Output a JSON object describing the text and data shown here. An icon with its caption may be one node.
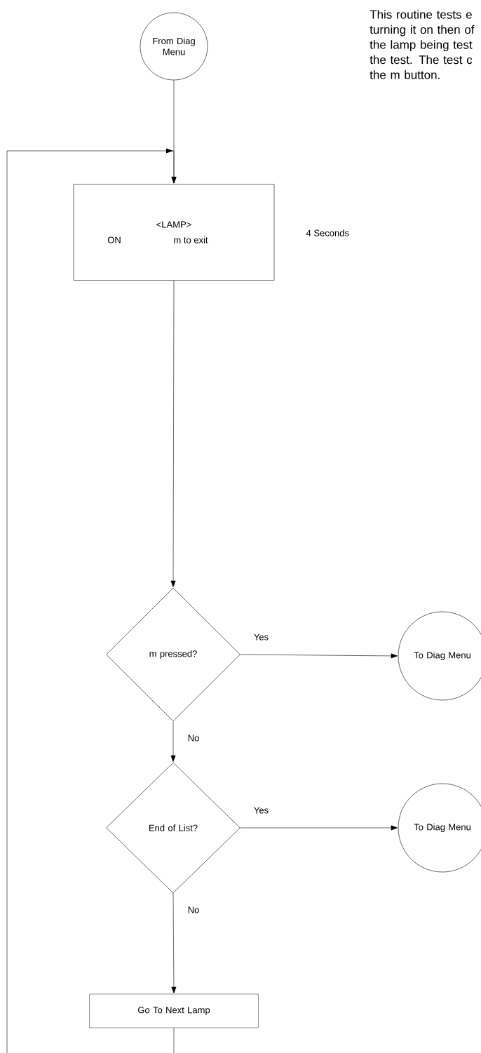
{
  "diagram": {
    "nodes": [
      {
        "text": [
          "From Diag Menu"
        ]
      },
      {
        "text": [
          "<LAMP>",
          "ON",
          "m to exit"
        ],
        "beside": [
          "4 Seconds"
        ]
      },
      {
        "text": [
          "m pressed?"
        ]
      },
      {
        "text": [
          "To Diag Menu"
        ]
      },
      {
        "text": [
          "End of List?"
        ]
      },
      {
        "text": [
          "To Diag Menu"
        ]
      },
      {
        "text": [
          "Go To Next Lamp"
        ]
      }
    ],
    "edges": [
      {
        "from": 0,
        "to": 1,
        "arrow": "to"
      },
      {
        "from": 1,
        "to": 2,
        "arrow": "to"
      },
      {
        "from": 2,
        "to": 3,
        "arrow": "to",
        "label": "Yes"
      },
      {
        "from": 2,
        "to": 4,
        "arrow": "to",
        "label": "No"
      },
      {
        "from": 4,
        "to": 5,
        "arrow": "to",
        "label": "Yes"
      },
      {
        "from": 4,
        "to": 6,
        "arrow": "to",
        "label": "No"
      },
      {
        "from": 6,
        "to": 1,
        "arrow": "to"
      }
    ],
    "labels": [
      "This routine tests e turning it on then of the lamp being test the test.  The test c the m button."
    ]
  }
}
